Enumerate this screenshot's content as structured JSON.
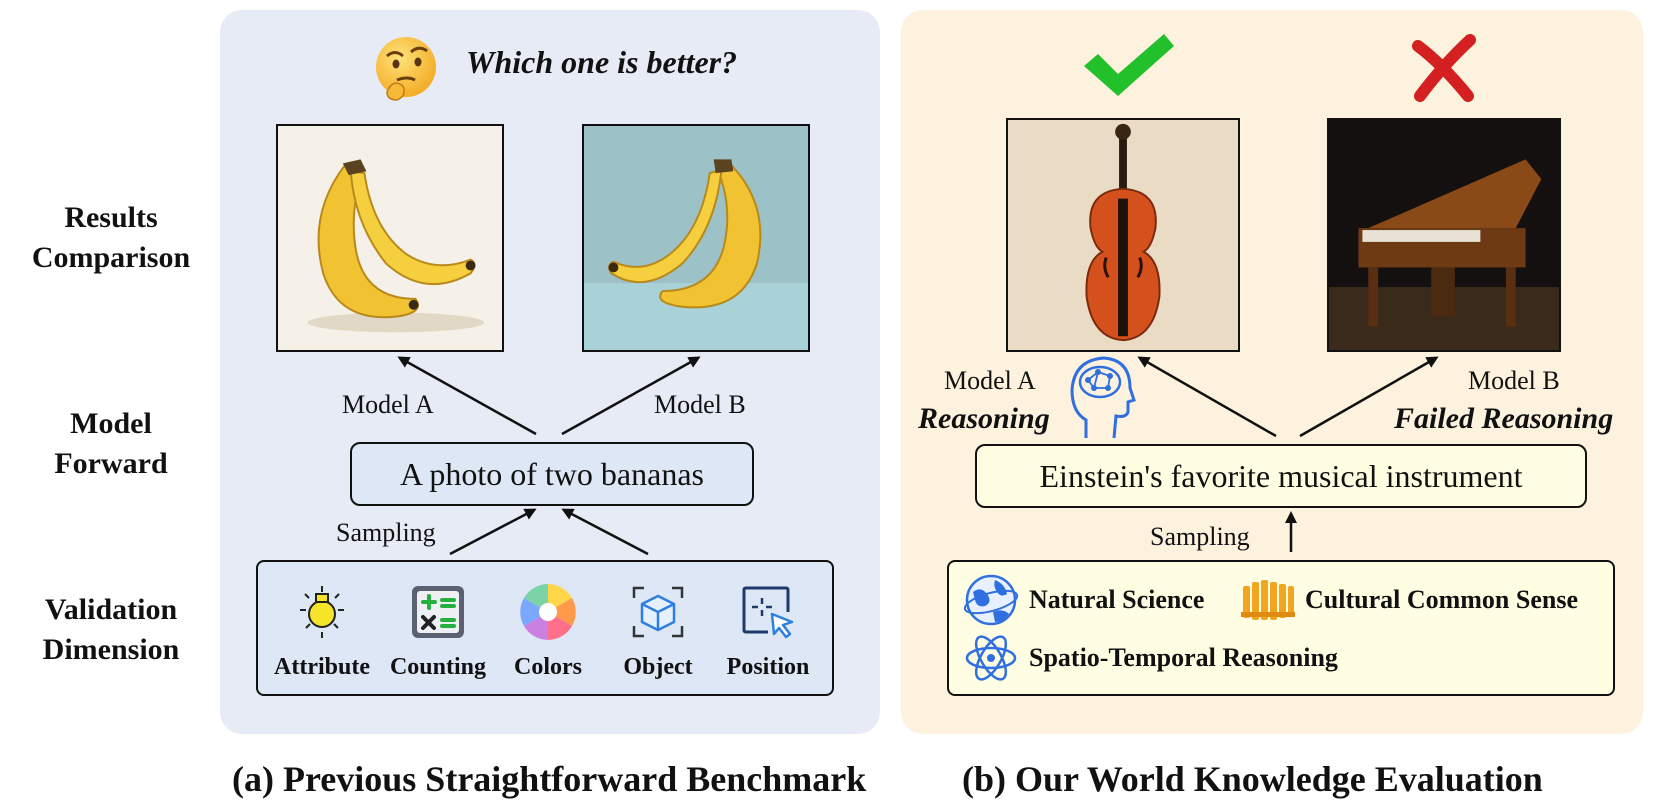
{
  "row_labels": {
    "results": [
      "Results",
      "Comparison"
    ],
    "forward": [
      "Model",
      "Forward"
    ],
    "validation": [
      "Validation",
      "Dimension"
    ]
  },
  "panel_a": {
    "question": "Which one is better?",
    "model_a": "Model A",
    "model_b": "Model B",
    "prompt": "A photo of two bananas",
    "sampling": "Sampling",
    "dimensions": [
      {
        "label": "Attribute",
        "icon": "lightbulb-icon"
      },
      {
        "label": "Counting",
        "icon": "calculator-icon"
      },
      {
        "label": "Colors",
        "icon": "color-wheel-icon"
      },
      {
        "label": "Object",
        "icon": "cube-icon"
      },
      {
        "label": "Position",
        "icon": "cursor-select-icon"
      }
    ],
    "caption": "(a) Previous Straightforward Benchmark"
  },
  "panel_b": {
    "model_a": "Model A",
    "model_a_sub": "Reasoning",
    "model_b": "Model B",
    "model_b_sub": "Failed Reasoning",
    "prompt": "Einstein's favorite musical instrument",
    "sampling": "Sampling",
    "knowledge": [
      {
        "label": "Natural Science",
        "icon": "globe-icon"
      },
      {
        "label": "Cultural Common Sense",
        "icon": "xylophone-icon"
      },
      {
        "label": "Spatio-Temporal Reasoning",
        "icon": "atom-icon"
      }
    ],
    "caption": "(b) Our World Knowledge Evaluation"
  },
  "colors": {
    "panel_a_bg": "#e6ebf5",
    "panel_b_bg": "#fcf2de",
    "check": "#22c02a",
    "cross": "#d42020",
    "icon_blue": "#2f6fe0"
  }
}
